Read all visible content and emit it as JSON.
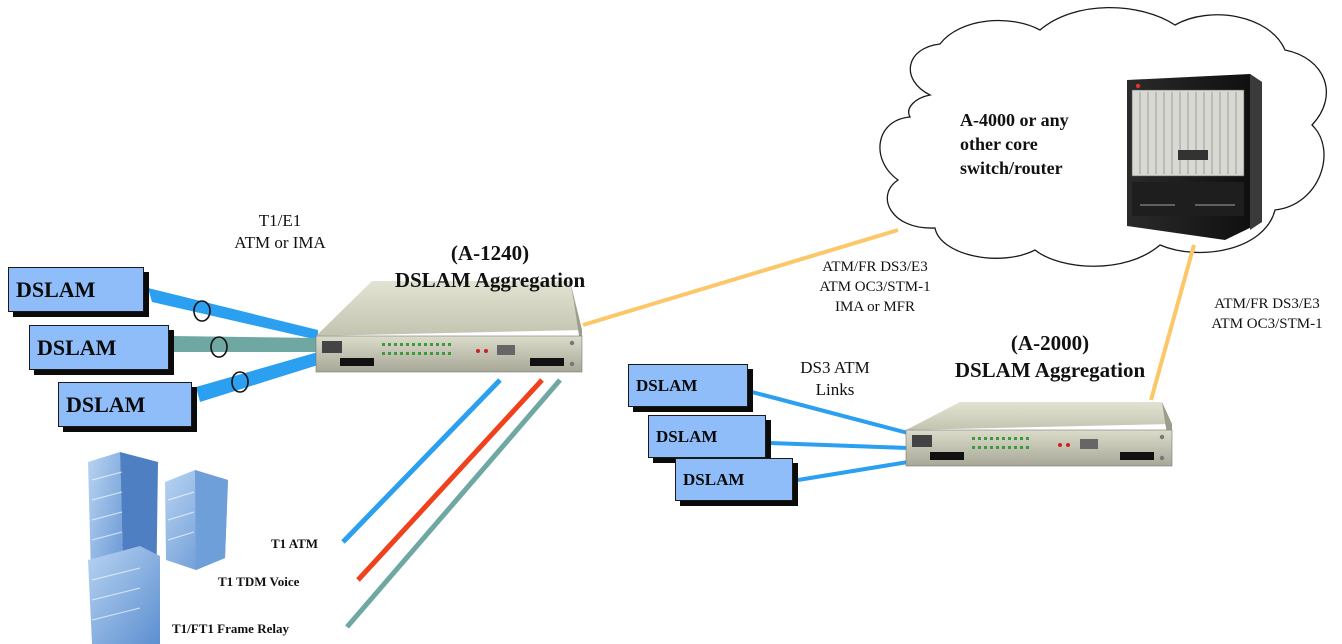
{
  "left_dslams": [
    "DSLAM",
    "DSLAM",
    "DSLAM"
  ],
  "right_dslams": [
    "DSLAM",
    "DSLAM",
    "DSLAM"
  ],
  "t1e1_label": [
    "T1/E1",
    "ATM or IMA"
  ],
  "a1240_label": [
    "(A-1240)",
    "DSLAM Aggregation"
  ],
  "a2000_label": [
    "(A-2000)",
    "DSLAM Aggregation"
  ],
  "core_label": [
    "A-4000 or any",
    "other core",
    "switch/router"
  ],
  "uplink_label_1240": [
    "ATM/FR DS3/E3",
    "ATM OC3/STM-1",
    "IMA or MFR"
  ],
  "uplink_label_2000": [
    "ATM/FR DS3/E3",
    "ATM OC3/STM-1"
  ],
  "ds3_label": [
    "DS3 ATM",
    "Links"
  ],
  "t1_links": [
    "T1 ATM",
    "T1 TDM Voice",
    "T1/FT1 Frame Relay"
  ],
  "colors": {
    "dslam_fill": "#8fbdfa",
    "link_blue": "#2b9ff0",
    "link_teal": "#6fa8a2",
    "link_red": "#f0411d",
    "link_orange": "#fcc769",
    "chassis": "#cfd0bd"
  }
}
